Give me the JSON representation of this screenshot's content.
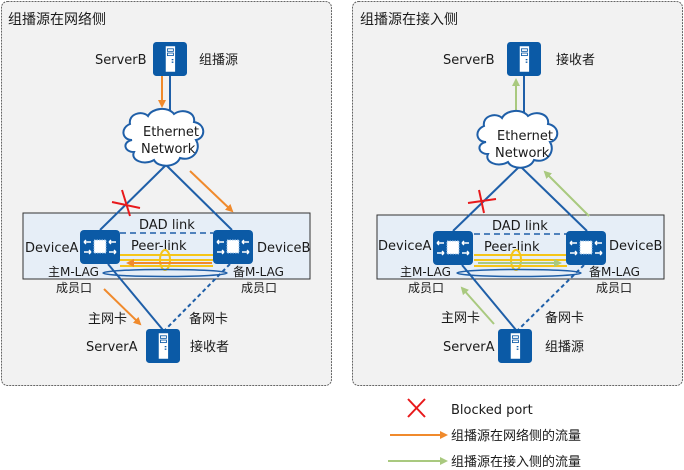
{
  "panels": [
    {
      "title": "组播源在网络侧",
      "serverB": {
        "name": "ServerB",
        "role": "组播源"
      },
      "cloud": {
        "line1": "Ethernet",
        "line2": "Network"
      },
      "deviceA": "DeviceA",
      "deviceB": "DeviceB",
      "dad_link": "DAD link",
      "peer_link": "Peer-link",
      "primary_port": {
        "line1": "主M-LAG",
        "line2": "成员口"
      },
      "backup_port": {
        "line1": "备M-LAG",
        "line2": "成员口"
      },
      "primary_nic": "主网卡",
      "backup_nic": "备网卡",
      "serverA": {
        "name": "ServerA",
        "role": "接收者"
      },
      "flow_color": "#f08a2c"
    },
    {
      "title": "组播源在接入侧",
      "serverB": {
        "name": "ServerB",
        "role": "接收者"
      },
      "cloud": {
        "line1": "Ethernet",
        "line2": "Network"
      },
      "deviceA": "DeviceA",
      "deviceB": "DeviceB",
      "dad_link": "DAD link",
      "peer_link": "Peer-link",
      "primary_port": {
        "line1": "主M-LAG",
        "line2": "成员口"
      },
      "backup_port": {
        "line1": "备M-LAG",
        "line2": "成员口"
      },
      "primary_nic": "主网卡",
      "backup_nic": "备网卡",
      "serverA": {
        "name": "ServerA",
        "role": "组播源"
      },
      "flow_color": "#a9c97f"
    }
  ],
  "legend": {
    "blocked": "Blocked port",
    "network_flow": "组播源在网络侧的流量",
    "access_flow": "组播源在接入侧的流量"
  },
  "colors": {
    "link": "#1f5fa8",
    "device": "#0b5aa6",
    "peer_link": "#f5c518",
    "blocked": "#e8191b",
    "network_flow": "#f08a2c",
    "access_flow": "#a9c97f",
    "panel_bg": "#f2f2f2",
    "mlag_bg": "#e6eef7"
  }
}
